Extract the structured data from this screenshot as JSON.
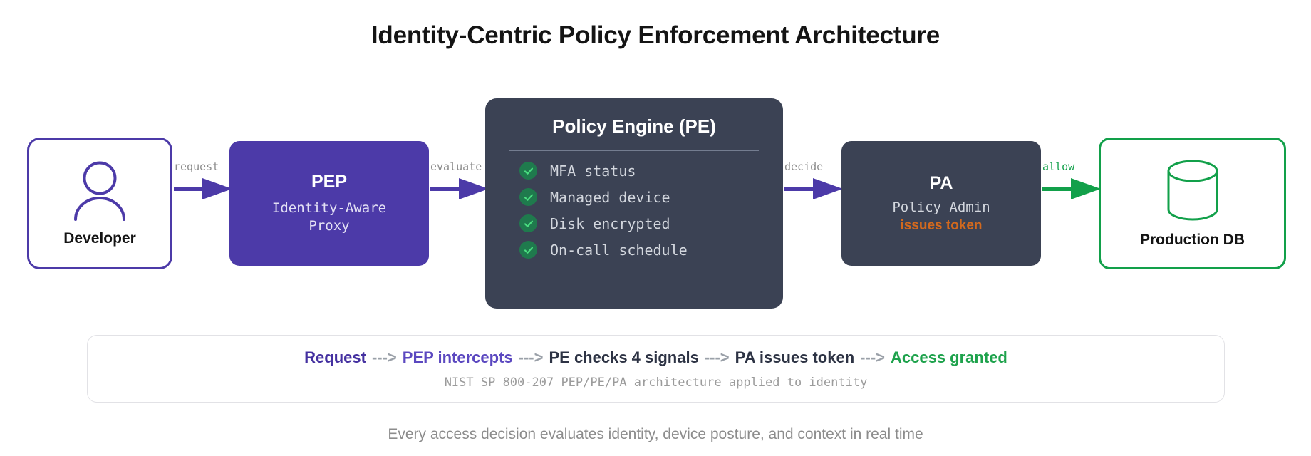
{
  "title": "Identity-Centric Policy Enforcement Architecture",
  "colors": {
    "purple": "#4C3AA8",
    "dark_slate": "#3B4254",
    "green": "#12A04A",
    "orange": "#D2691E",
    "gray_text": "#8C8C8C"
  },
  "nodes": {
    "developer": {
      "label": "Developer",
      "icon": "person-icon"
    },
    "pep": {
      "title": "PEP",
      "subtitle_line1": "Identity-Aware",
      "subtitle_line2": "Proxy"
    },
    "policy_engine": {
      "title": "Policy Engine (PE)",
      "signals": [
        "MFA status",
        "Managed device",
        "Disk encrypted",
        "On-call schedule"
      ]
    },
    "policy_admin": {
      "title": "PA",
      "subtitle": "Policy Admin",
      "accent": "issues token"
    },
    "production_db": {
      "label": "Production DB",
      "icon": "database-icon"
    }
  },
  "arrows": [
    {
      "label": "request"
    },
    {
      "label": "evaluate"
    },
    {
      "label": "decide"
    },
    {
      "label": "allow"
    }
  ],
  "summary": {
    "flow": [
      {
        "text": "Request",
        "style": "purple"
      },
      {
        "text": "--->",
        "style": "arrow"
      },
      {
        "text": "PEP intercepts",
        "style": "purple2"
      },
      {
        "text": "--->",
        "style": "arrow"
      },
      {
        "text": "PE checks 4 signals",
        "style": "dark"
      },
      {
        "text": "--->",
        "style": "arrow"
      },
      {
        "text": "PA issues token",
        "style": "dark"
      },
      {
        "text": "--->",
        "style": "arrow"
      },
      {
        "text": "Access granted",
        "style": "green"
      }
    ],
    "subtitle": "NIST SP 800-207 PEP/PE/PA architecture applied to identity"
  },
  "footer": "Every access decision evaluates identity, device posture, and context in real time"
}
